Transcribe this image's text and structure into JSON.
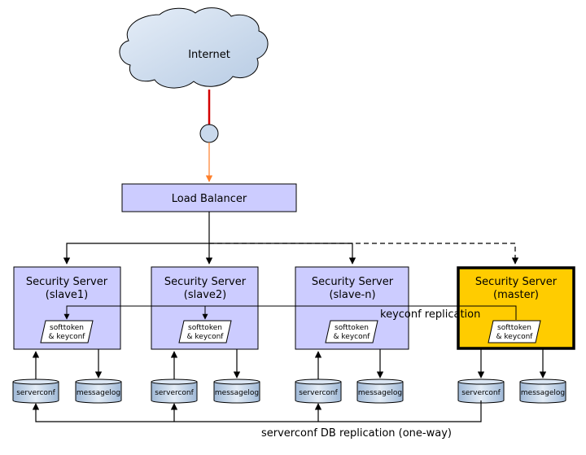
{
  "internet": {
    "label": "Internet"
  },
  "load_balancer": {
    "label": "Load Balancer"
  },
  "servers": [
    {
      "title": "Security Server",
      "role": "(slave1)",
      "store": "softtoken\n& keyconf"
    },
    {
      "title": "Security Server",
      "role": "(slave2)",
      "store": "softtoken\n& keyconf"
    },
    {
      "title": "Security Server",
      "role": "(slave-n)",
      "store": "softtoken\n& keyconf"
    },
    {
      "title": "Security Server",
      "role": "(master)",
      "store": "softtoken\n& keyconf"
    }
  ],
  "databases": {
    "serverconf": "serverconf",
    "messagelog": "messagelog"
  },
  "replication": {
    "keyconf": "keyconf replication",
    "serverconf": "serverconf DB replication (one-way)"
  },
  "colors": {
    "slave_fill": "#ccccff",
    "master_fill": "#ffcc00",
    "cloud_fill": "#c9d9ec",
    "db_fill": "#c6d7ea",
    "internet_link": "#d40000",
    "lb_link": "#ff7f2a"
  }
}
